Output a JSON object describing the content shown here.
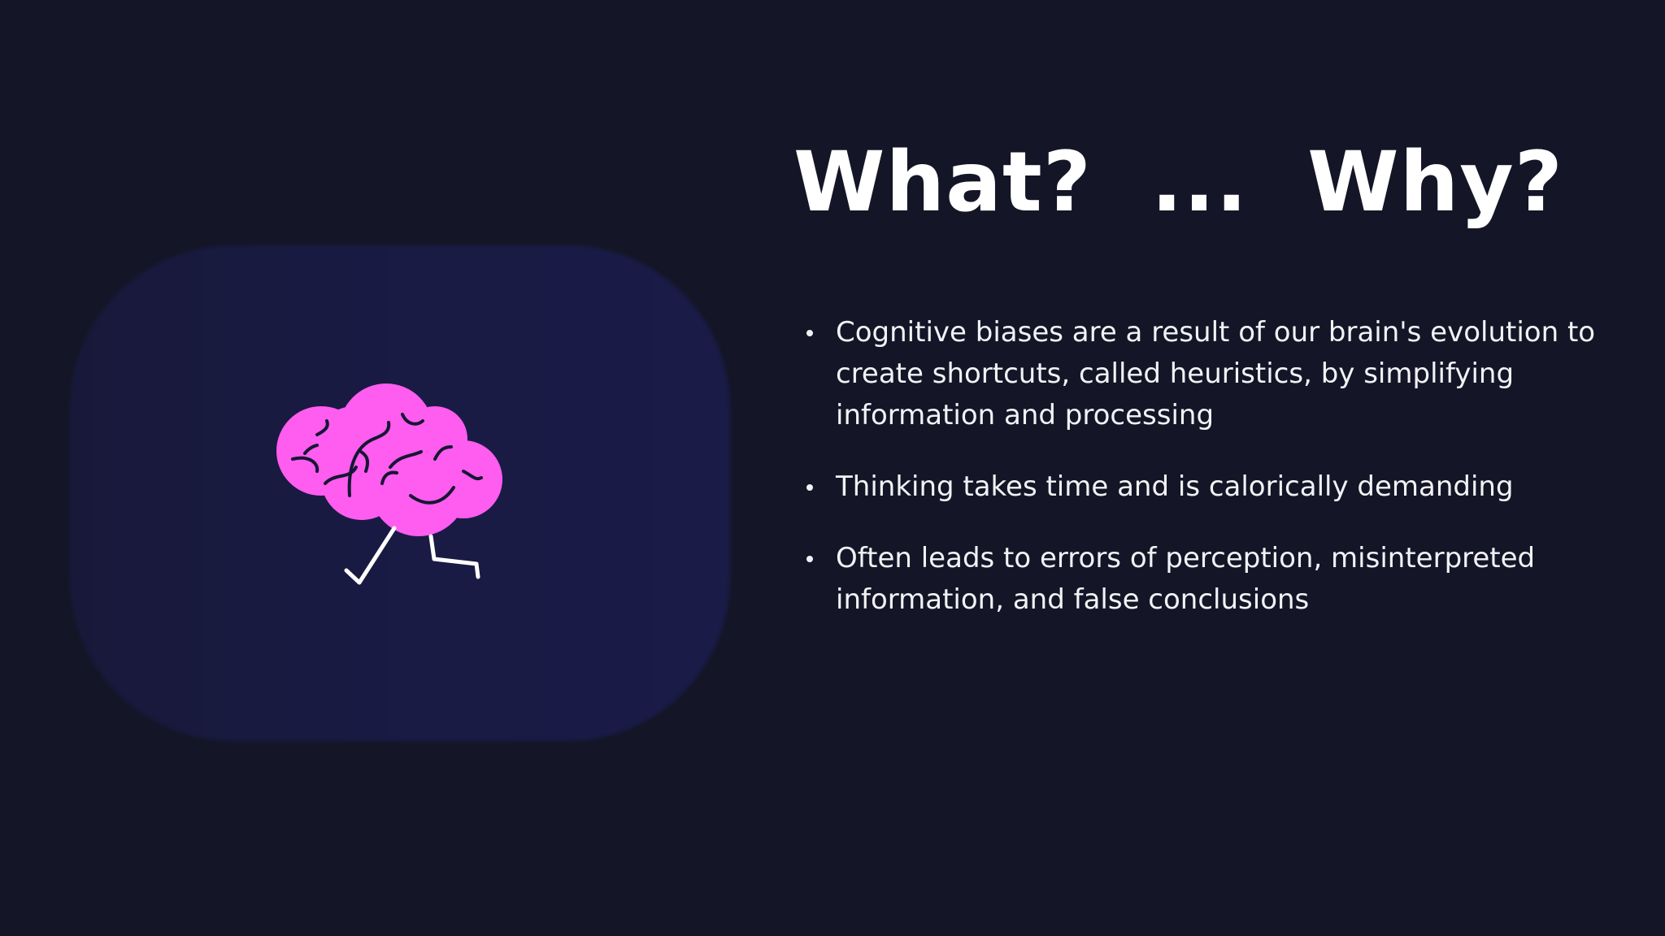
{
  "slide": {
    "title": "What?  ...  Why?",
    "illustration_icon": "running-brain-icon",
    "accent_color": "#ff5cf0",
    "panel_color": "#191b45",
    "background_color": "#141627",
    "bullets": [
      {
        "text": "Cognitive biases are a result of our brain's evolution to create shortcuts, called heuristics, by simplifying information and processing"
      },
      {
        "text": "Thinking takes time and is calorically demanding"
      },
      {
        "text": "Often leads to errors of perception, misinterpreted information, and false conclusions"
      }
    ]
  }
}
